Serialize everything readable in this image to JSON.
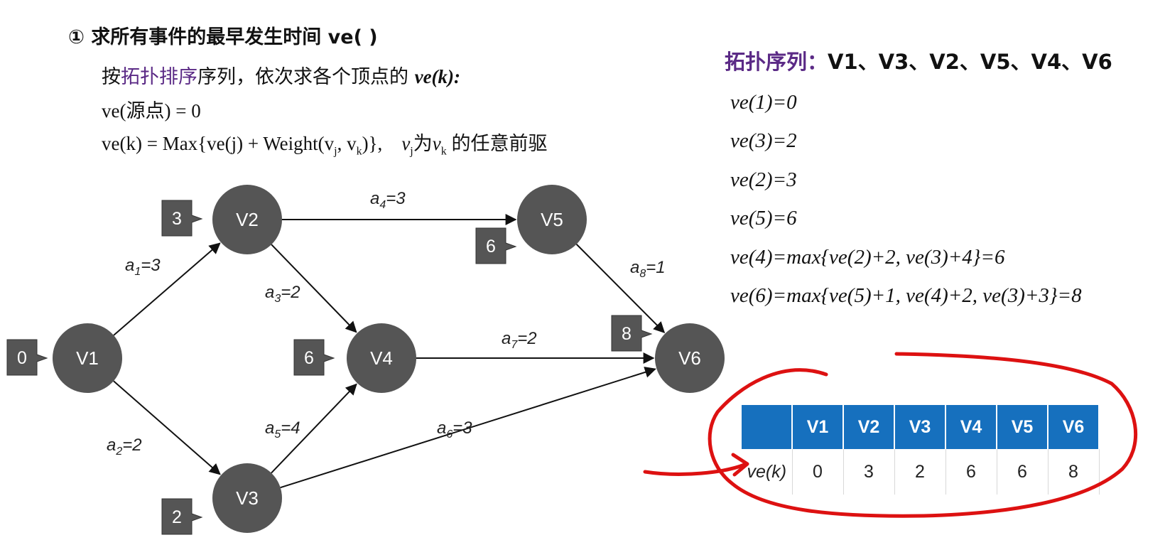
{
  "heading": "① 求所有事件的最早发生时间 ve( )",
  "subtitle": {
    "prefix": "按",
    "highlight": "拓扑排序",
    "suffix": "序列，依次求各个顶点的",
    "bold_term": "ve(k):"
  },
  "formulas": {
    "source": "ve(源点) = 0",
    "general_main": "ve(k) = Max{ve(j) + Weight(v",
    "general_j": "j",
    "general_mid": ", v",
    "general_k": "k",
    "general_end": ")},",
    "note_v": "v",
    "note_j": "j",
    "note_text": "为",
    "note_v2": "v",
    "note_k": "k",
    "note_end": " 的任意前驱"
  },
  "topo_label": "拓扑序列：",
  "topo_sequence": "V1、V3、V2、V5、V4、V6",
  "steps": [
    "ve(1)=0",
    "ve(3)=2",
    "ve(2)=3",
    "ve(5)=6",
    "ve(4)=max{ve(2)+2, ve(3)+4}=6",
    "ve(6)=max{ve(5)+1, ve(4)+2, ve(3)+3}=8"
  ],
  "graph": {
    "nodes": [
      {
        "id": "V1",
        "label": "V1",
        "ve": "0"
      },
      {
        "id": "V2",
        "label": "V2",
        "ve": "3"
      },
      {
        "id": "V3",
        "label": "V3",
        "ve": "2"
      },
      {
        "id": "V4",
        "label": "V4",
        "ve": "6"
      },
      {
        "id": "V5",
        "label": "V5",
        "ve": "6"
      },
      {
        "id": "V6",
        "label": "V6",
        "ve": "8"
      }
    ],
    "edges": [
      {
        "from": "V1",
        "to": "V2",
        "name": "a",
        "sub": "1",
        "weight": "=3"
      },
      {
        "from": "V1",
        "to": "V3",
        "name": "a",
        "sub": "2",
        "weight": "=2"
      },
      {
        "from": "V2",
        "to": "V4",
        "name": "a",
        "sub": "3",
        "weight": "=2"
      },
      {
        "from": "V2",
        "to": "V5",
        "name": "a",
        "sub": "4",
        "weight": "=3"
      },
      {
        "from": "V3",
        "to": "V4",
        "name": "a",
        "sub": "5",
        "weight": "=4"
      },
      {
        "from": "V3",
        "to": "V6",
        "name": "a",
        "sub": "6",
        "weight": "=3"
      },
      {
        "from": "V4",
        "to": "V6",
        "name": "a",
        "sub": "7",
        "weight": "=2"
      },
      {
        "from": "V5",
        "to": "V6",
        "name": "a",
        "sub": "8",
        "weight": "=1"
      }
    ]
  },
  "table": {
    "headers": [
      "V1",
      "V2",
      "V3",
      "V4",
      "V5",
      "V6"
    ],
    "row_label": "ve(k)",
    "values": [
      "0",
      "3",
      "2",
      "6",
      "6",
      "8"
    ]
  },
  "colors": {
    "node_fill": "#555555",
    "badge_fill": "#555555",
    "highlight_text": "#5b2a86",
    "table_header": "#1670be",
    "annotation_red": "#dd1111"
  }
}
